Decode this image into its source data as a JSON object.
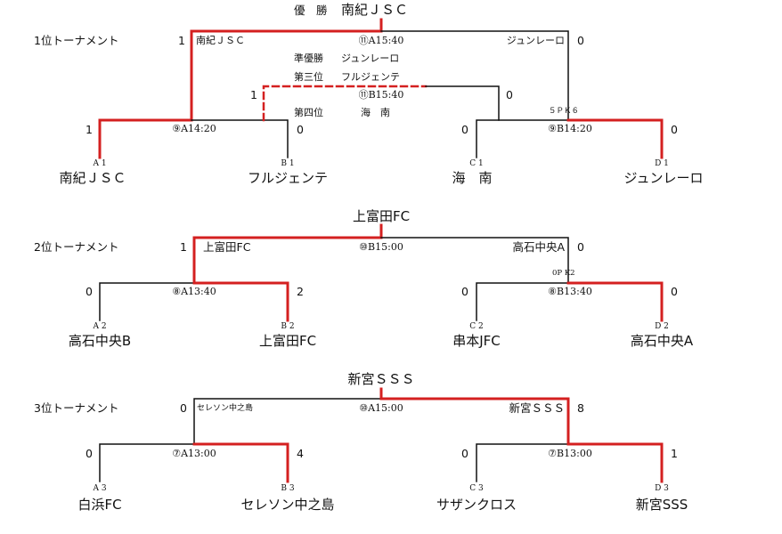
{
  "line_colors": {
    "winner": "#d42020",
    "loser": "#111111"
  },
  "tournaments": [
    {
      "name": "1位トーナメント",
      "champion": "南紀ＪＳＣ",
      "champion_prefix": "優　勝",
      "final": {
        "match": "⑪A15:40",
        "left_team": "南紀ＪＳＣ",
        "left_score": "1",
        "right_team": "ジュンレーロ",
        "right_score": "0"
      },
      "results": [
        {
          "label": "準優勝",
          "value": "ジュンレーロ"
        },
        {
          "label": "第三位",
          "value": "フルジェンテ"
        },
        {
          "label": "第四位",
          "value": "海　南"
        }
      ],
      "third_place": {
        "match": "⑪B15:40",
        "left_score": "1",
        "right_score": "0"
      },
      "pk_note": "５ＰＫ６",
      "semis": [
        {
          "match": "⑨A14:20",
          "left_score": "1",
          "right_score": "0"
        },
        {
          "match": "⑨B14:20",
          "left_score": "0",
          "right_score": "0"
        }
      ],
      "teams": [
        {
          "code": "A 1",
          "name": "南紀ＪＳＣ"
        },
        {
          "code": "B 1",
          "name": "フルジェンテ"
        },
        {
          "code": "C 1",
          "name": "海　南"
        },
        {
          "code": "D 1",
          "name": "ジュンレーロ"
        }
      ]
    },
    {
      "name": "2位トーナメント",
      "champion": "上富田FC",
      "final": {
        "match": "⑩B15:00",
        "left_team": "上富田FC",
        "left_score": "1",
        "right_team": "高石中央A",
        "right_score": "0"
      },
      "pk_note": "0P K2",
      "semis": [
        {
          "match": "⑧A13:40",
          "left_score": "0",
          "right_score": "2"
        },
        {
          "match": "⑧B13:40",
          "left_score": "0",
          "right_score": "0"
        }
      ],
      "teams": [
        {
          "code": "A 2",
          "name": "高石中央B"
        },
        {
          "code": "B 2",
          "name": "上富田FC"
        },
        {
          "code": "C 2",
          "name": "串本JFC"
        },
        {
          "code": "D 2",
          "name": "高石中央A"
        }
      ]
    },
    {
      "name": "3位トーナメント",
      "champion": "新宮ＳＳＳ",
      "final": {
        "match": "⑩A15:00",
        "left_team": "セレソン中之島",
        "left_score": "0",
        "right_team": "新宮ＳＳＳ",
        "right_score": "8"
      },
      "semis": [
        {
          "match": "⑦A13:00",
          "left_score": "0",
          "right_score": "4"
        },
        {
          "match": "⑦B13:00",
          "left_score": "0",
          "right_score": "1"
        }
      ],
      "teams": [
        {
          "code": "A 3",
          "name": "白浜FC"
        },
        {
          "code": "B 3",
          "name": "セレソン中之島"
        },
        {
          "code": "C 3",
          "name": "サザンクロス"
        },
        {
          "code": "D 3",
          "name": "新宮SSS"
        }
      ]
    }
  ]
}
